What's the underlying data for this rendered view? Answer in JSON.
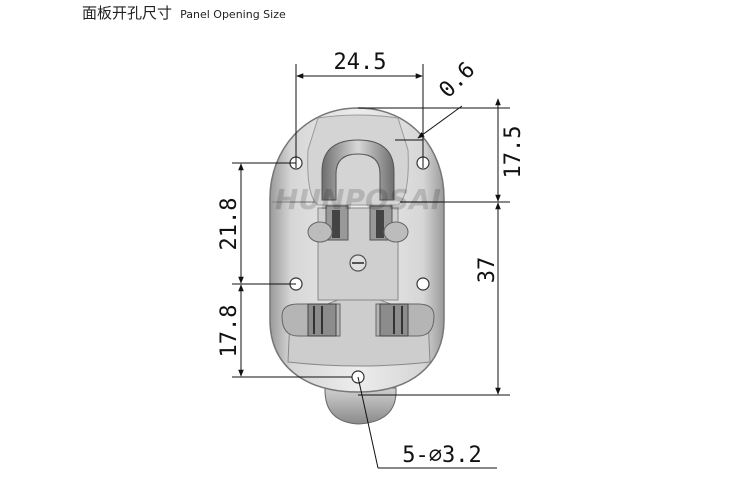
{
  "header": {
    "title_zh": "面板开孔尺寸",
    "title_en": "Panel Opening Size"
  },
  "dimensions": {
    "width": "24.5",
    "corner": "0.6",
    "top_height": "17.5",
    "lower_height": "37",
    "upper_left": "21.8",
    "lower_left": "17.8",
    "holes": "5-∅3.2"
  },
  "watermark": "HUNPOSAI",
  "colors": {
    "line": "#111111",
    "body_fill": "#dcdcdc",
    "body_edge": "#7a7a7a"
  }
}
